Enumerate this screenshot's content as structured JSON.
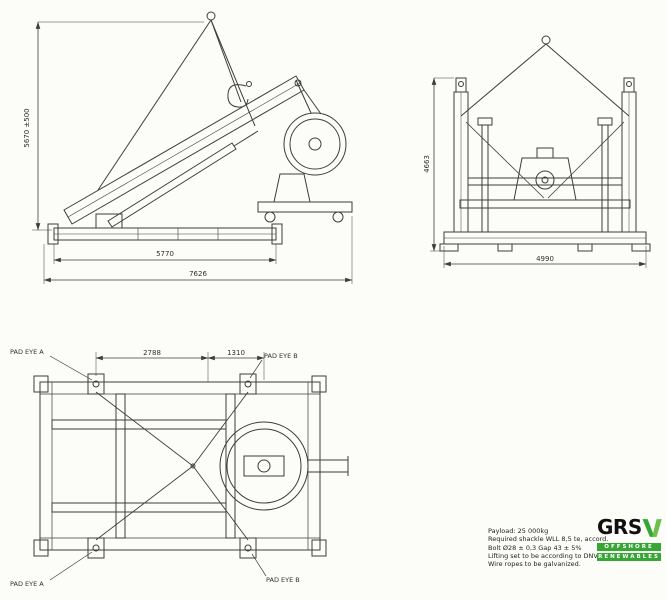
{
  "page": {
    "background": "#fcfcf8",
    "line_color": "#3d3d3d"
  },
  "side_view": {
    "dim_height": "5670 ±500",
    "dim_width_inner": "5770",
    "dim_width_outer": "7626"
  },
  "front_view": {
    "dim_height": "4663",
    "dim_width": "4990"
  },
  "plan_view": {
    "dim_width_left": "2788",
    "dim_width_right": "1310",
    "pad_eye_a": "PAD EYE A",
    "pad_eye_b": "PAD EYE B"
  },
  "notes": {
    "payload": "Payload:  25 000kg",
    "shackle": "Required shackle WLL 8,5 te, accord.",
    "bolt": "Bolt Ø28 ± 0,3 Gap 43 ±  5%",
    "lifting": "Lifting set to be according to DNV 2.",
    "wire": "Wire ropes to be galvanized."
  },
  "logo": {
    "name": "GRS",
    "tagline_1": "OFFSHORE",
    "tagline_2": "RENEWABLES",
    "green": "#36a635"
  }
}
